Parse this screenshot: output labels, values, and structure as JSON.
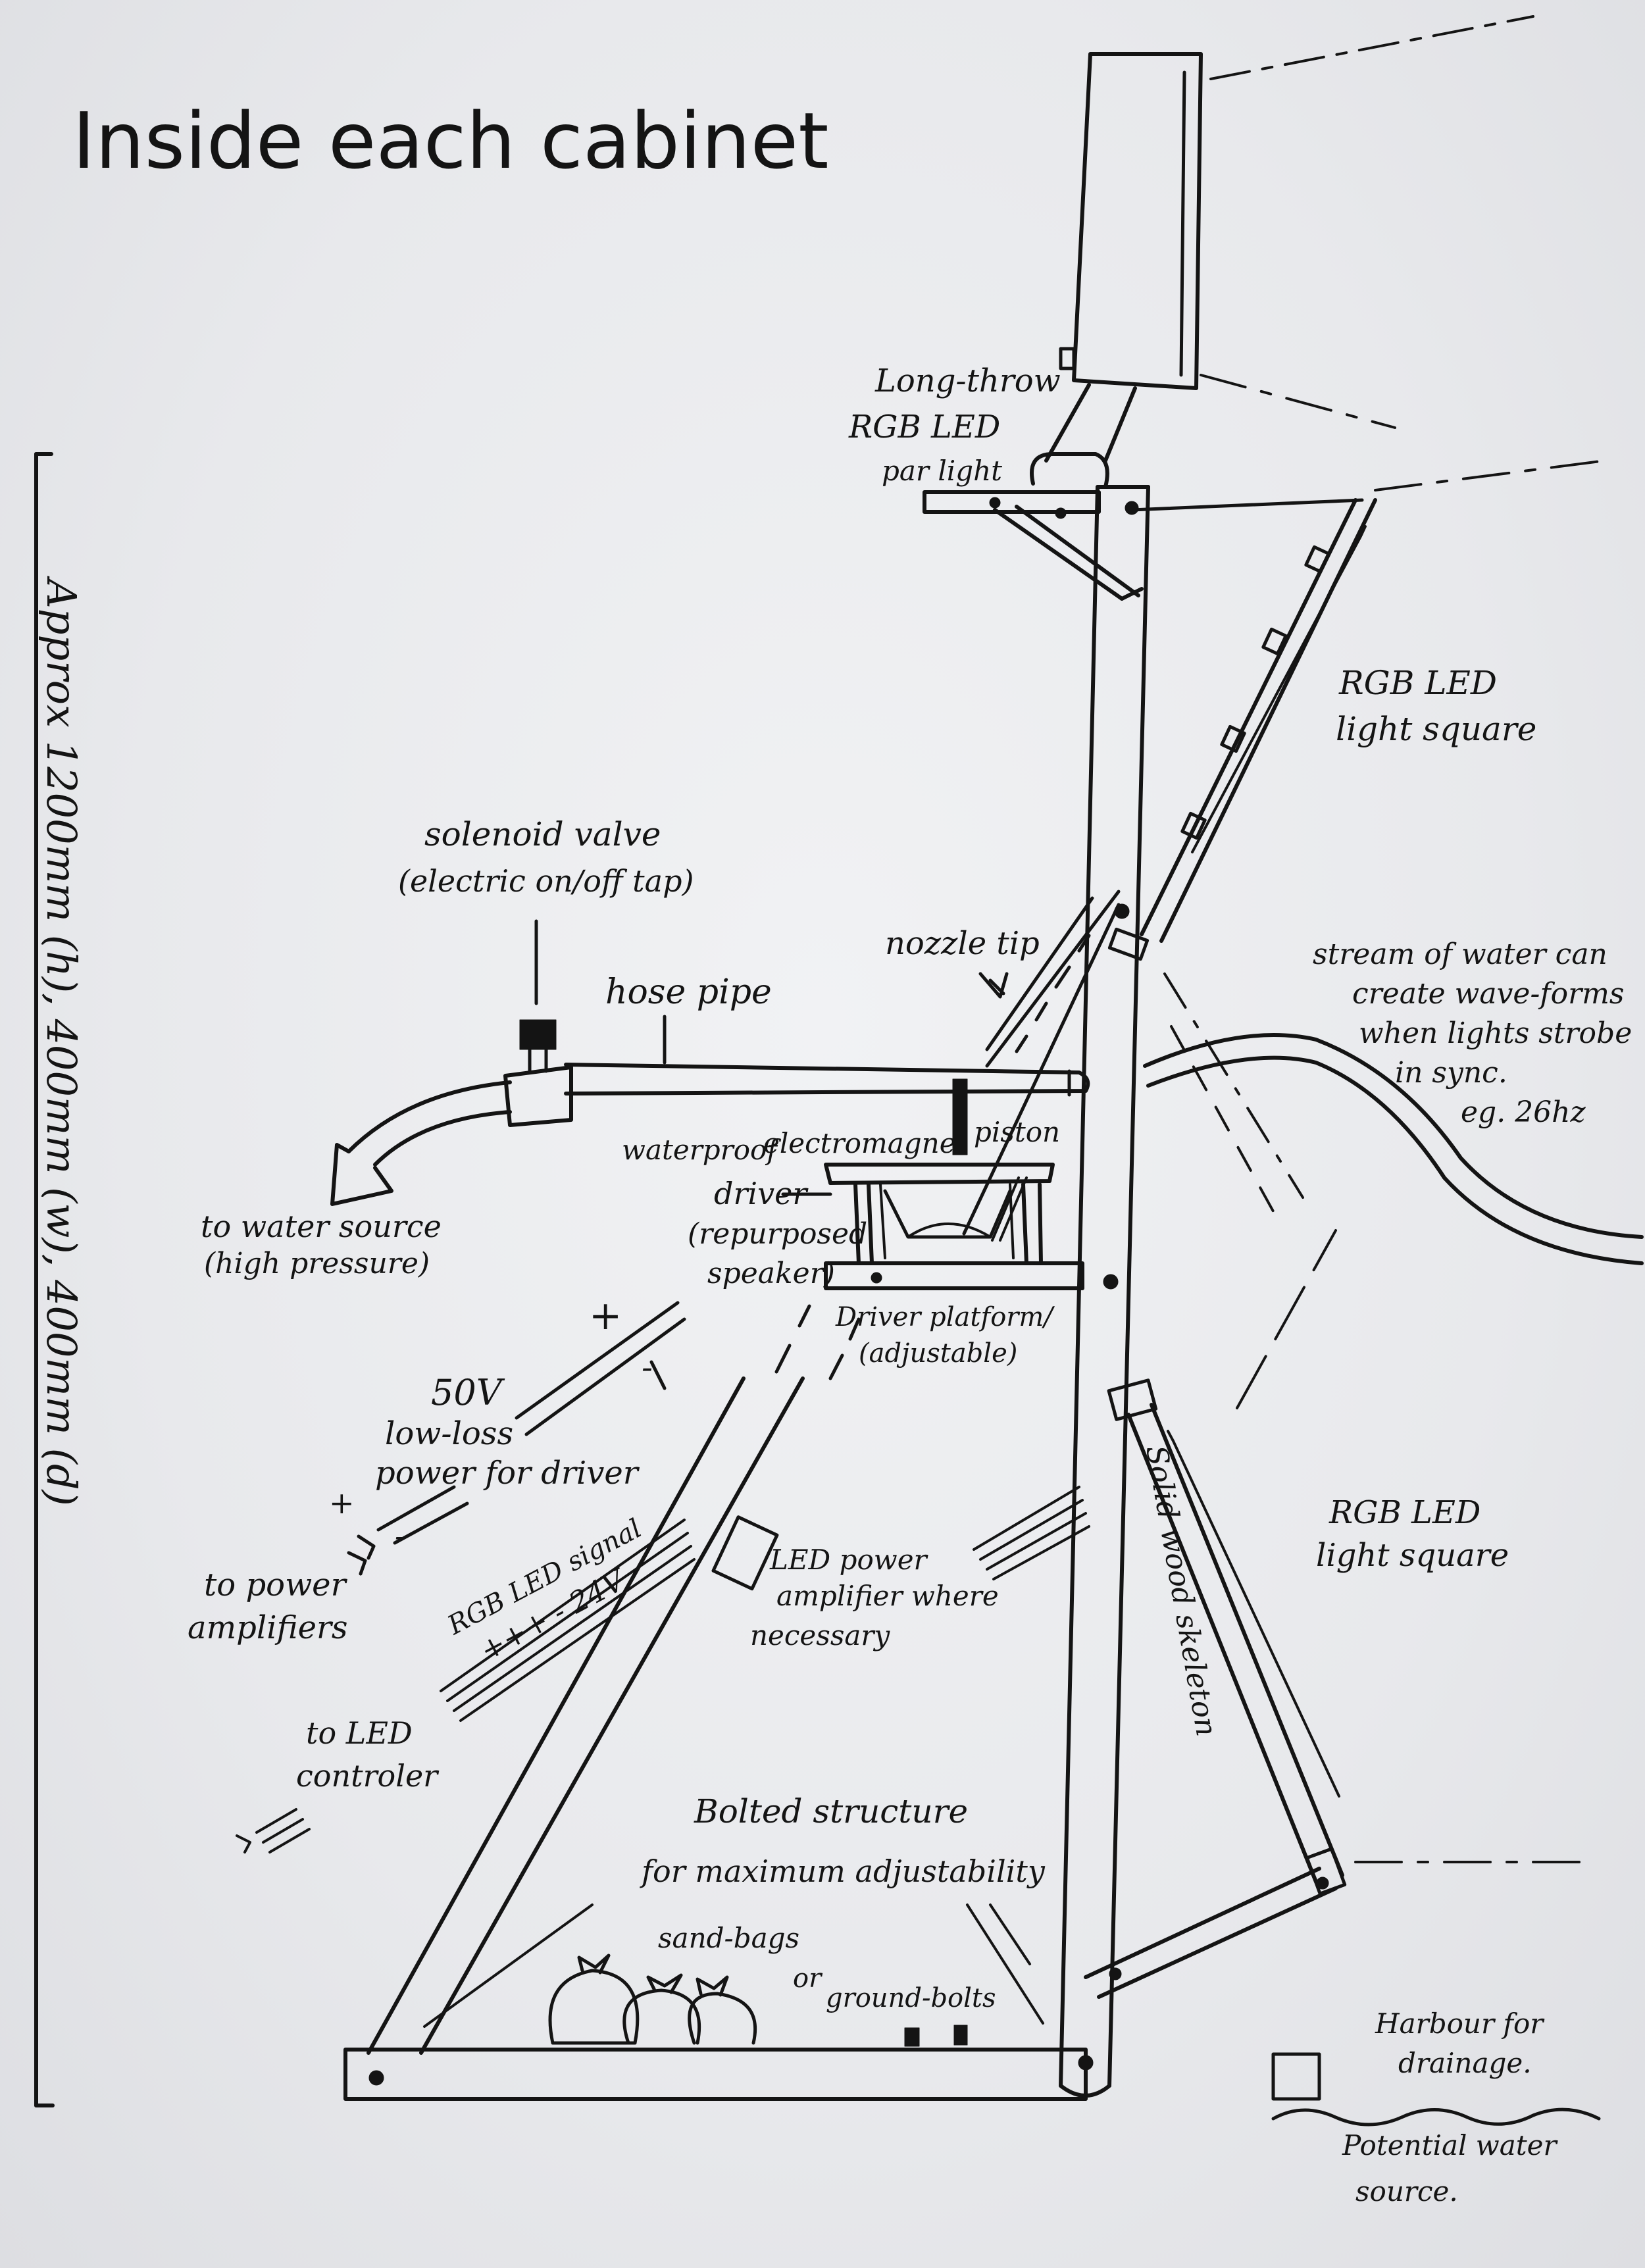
{
  "title": "Inside each cabinet",
  "dimension_note": "Approx 1200mm (h), 400mm (w), 400mm (d)",
  "labels": {
    "par_light_l1": "Long-throw",
    "par_light_l2": "RGB LED",
    "par_light_l3": "par light",
    "light_square_top_l1": "RGB LED",
    "light_square_top_l2": "light square",
    "solenoid_l1": "solenoid valve",
    "solenoid_l2": "(electric on/off tap)",
    "hose_pipe": "hose pipe",
    "nozzle_tip": "nozzle tip",
    "stream_l1": "stream of water can",
    "stream_l2": "create wave-forms",
    "stream_l3": "when lights strobe",
    "stream_l4": "in sync.",
    "stream_l5": "eg. 26hz",
    "water_source_l1": "to water source",
    "water_source_l2": "(high pressure)",
    "waterproof": "waterproof",
    "electromagnet": "electromagnet",
    "piston": "piston",
    "driver_l1": "driver",
    "driver_l2": "(repurposed",
    "driver_l3": "speaker)",
    "platform_l1": "Driver platform/",
    "platform_l2": "(adjustable)",
    "plus_sign": "+",
    "minus_sign": "-",
    "power_l1": "50V",
    "power_l2": "low-loss",
    "power_l3": "power for driver",
    "amp_plus": "+",
    "amp_minus": "-",
    "amplifiers_l1": "to power",
    "amplifiers_l2": "amplifiers",
    "rgb_signal_l1": "RGB LED signal",
    "rgb_signal_l2": "+++ - 24V",
    "led_amp_l1": "LED power",
    "led_amp_l2": "amplifier where",
    "led_amp_l3": "necessary",
    "skeleton": "Solid wood skeleton",
    "light_square_bottom_l1": "RGB LED",
    "light_square_bottom_l2": "light square",
    "led_controller_l1": "to LED",
    "led_controller_l2": "controler",
    "bolted_l1": "Bolted structure",
    "bolted_l2": "for maximum adjustability",
    "sandbags_l1": "sand-bags",
    "sandbags_l2": "or",
    "sandbags_l3": "ground-bolts",
    "harbour_l1": "Harbour for",
    "harbour_l2": "drainage.",
    "potential_l1": "Potential water",
    "potential_l2": "source."
  }
}
